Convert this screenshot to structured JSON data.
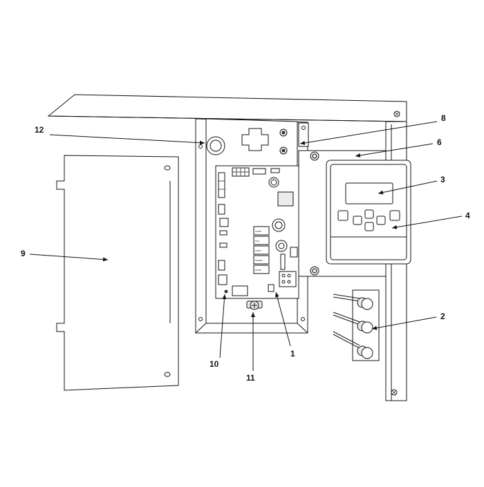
{
  "figure": {
    "callouts": [
      {
        "id": "1",
        "label": "1"
      },
      {
        "id": "2",
        "label": "2"
      },
      {
        "id": "3",
        "label": "3"
      },
      {
        "id": "4",
        "label": "4"
      },
      {
        "id": "6",
        "label": "6"
      },
      {
        "id": "8",
        "label": "8"
      },
      {
        "id": "9",
        "label": "9"
      },
      {
        "id": "10",
        "label": "10"
      },
      {
        "id": "11",
        "label": "11"
      },
      {
        "id": "12",
        "label": "12"
      }
    ],
    "relay_labels": [
      "COMP",
      "FAN",
      "PUMP",
      "WATER",
      "DUMP"
    ],
    "colors": {
      "line": "#111111",
      "background": "#ffffff",
      "panel_fill": "#ececec"
    }
  }
}
